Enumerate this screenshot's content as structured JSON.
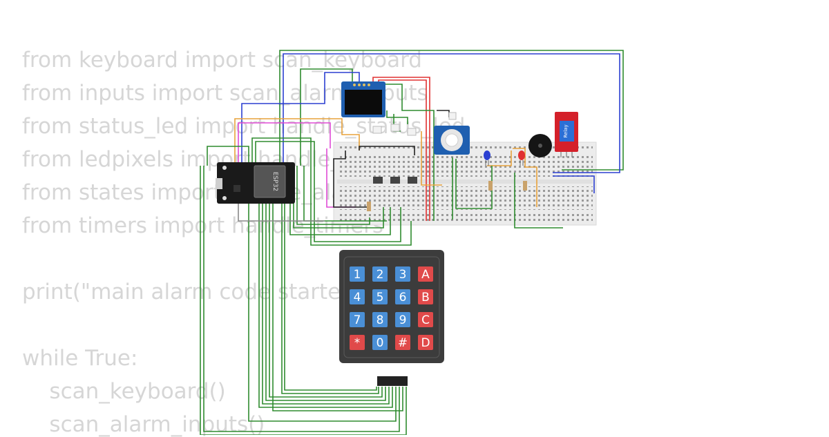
{
  "code": {
    "lines": [
      "from keyboard import scan_keyboard",
      "from inputs import scan_alarm_inputs",
      "from status_led import handle_status_led",
      "from ledpixels import handle_",
      "from states import handle_alarm",
      "from timers import handle_timers",
      "",
      "print(\"main alarm code started\")",
      "",
      "while True:",
      "    scan_keyboard()",
      "    scan_alarm_inputs()"
    ]
  },
  "components": {
    "esp32": {
      "label": "ESP32"
    },
    "relay": {
      "label": "Relay"
    },
    "keypad": {
      "keys": [
        [
          "1",
          "2",
          "3",
          "A"
        ],
        [
          "4",
          "5",
          "6",
          "B"
        ],
        [
          "7",
          "8",
          "9",
          "C"
        ],
        [
          "*",
          "0",
          "#",
          "D"
        ]
      ]
    }
  },
  "colors": {
    "code_text": "#d6d6d6",
    "wire_green": "#2e8b2e",
    "wire_blue": "#2b3fd1",
    "wire_red": "#e03030",
    "wire_orange": "#e8a23a",
    "wire_pink": "#e04ad6",
    "key_blue": "#4a8fd6",
    "key_red": "#e04a4a",
    "keypad_body": "#3c3c3c",
    "breadboard": "#eeeeee",
    "relay_red": "#d4202a",
    "oled_blue": "#1f5fb0"
  }
}
